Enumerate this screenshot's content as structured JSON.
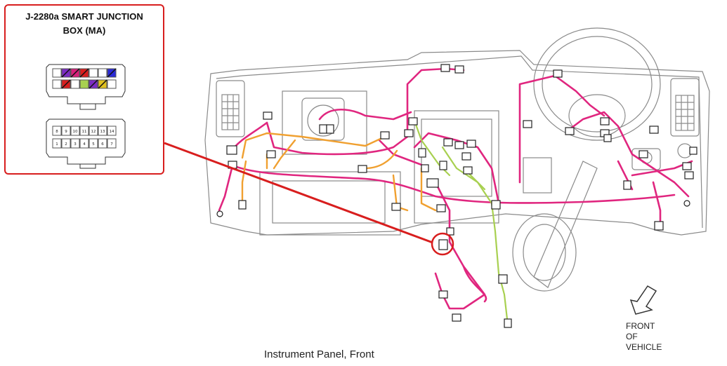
{
  "inset": {
    "title_line1": "J-2280a SMART JUNCTION",
    "title_line2": "BOX (MA)",
    "pin_row_top": [
      "8",
      "9",
      "10",
      "11",
      "12",
      "13",
      "14"
    ],
    "pin_row_bottom": [
      "1",
      "2",
      "3",
      "4",
      "5",
      "6",
      "7"
    ]
  },
  "caption": "Instrument Panel, Front",
  "direction_label": "FRONT\nOF\nVEHICLE",
  "colors": {
    "callout": "#d81e1e",
    "harness_main": "#e0267f",
    "harness_orange": "#f0a030",
    "harness_green": "#a8d050",
    "outline": "#8a8a8a"
  }
}
